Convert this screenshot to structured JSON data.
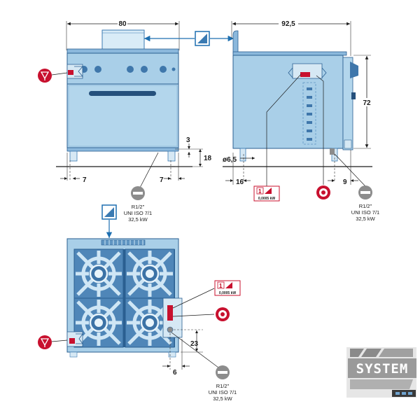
{
  "dimensions": {
    "front_width": "80",
    "side_depth": "92,5",
    "height": "72",
    "foot_gap": "3",
    "foot_height": "18",
    "front_left_offset": "7",
    "front_right_offset": "7",
    "pipe_diameter": "ø6,5",
    "side_left_offset": "16",
    "side_right_offset": "9",
    "top_right_offset": "6",
    "top_vertical": "23"
  },
  "gas_labels": {
    "front": [
      "R1/2\"",
      "UNI ISO 7/1",
      "32,5 kW"
    ],
    "side": [
      "R1/2\"",
      "UNI ISO 7/1",
      "32,5 kW"
    ],
    "top": [
      "R1/2\"",
      "UNI ISO 7/1",
      "32,5 kW"
    ]
  },
  "electric_badge": {
    "phase": "1",
    "power": "0,0005 kW"
  },
  "logo": {
    "text": "SYSTEM"
  },
  "colors": {
    "line": "#1d6fb0",
    "appliance": "#a9cfe8",
    "appliance_dark": "#5f95c2",
    "red": "#c8102e",
    "gray": "#8c8c8c"
  },
  "icons": [
    "water-inlet-icon",
    "gas-connection-icon",
    "electrical-connection-icon",
    "exhaust-flue-icon"
  ]
}
